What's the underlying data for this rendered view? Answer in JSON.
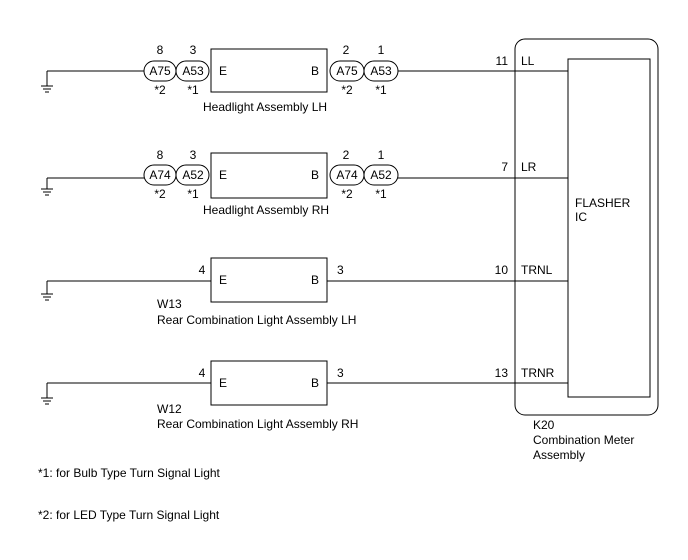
{
  "row1": {
    "pin_a": "8",
    "pin_b": "3",
    "conn_a": "A75",
    "conn_b": "A53",
    "note_a": "*2",
    "note_b": "*1",
    "e_label": "E",
    "b_label": "B",
    "pin_c": "2",
    "pin_d": "1",
    "conn_c": "A75",
    "conn_d": "A53",
    "note_c": "*2",
    "note_d": "*1",
    "name": "Headlight Assembly LH",
    "meter_pin": "11",
    "meter_label": "LL"
  },
  "row2": {
    "pin_a": "8",
    "pin_b": "3",
    "conn_a": "A74",
    "conn_b": "A52",
    "note_a": "*2",
    "note_b": "*1",
    "e_label": "E",
    "b_label": "B",
    "pin_c": "2",
    "pin_d": "1",
    "conn_c": "A74",
    "conn_d": "A52",
    "note_c": "*2",
    "note_d": "*1",
    "name": "Headlight Assembly RH",
    "meter_pin": "7",
    "meter_label": "LR"
  },
  "row3": {
    "pin_e": "4",
    "e_label": "E",
    "b_label": "B",
    "pin_b": "3",
    "code": "W13",
    "name": "Rear Combination Light Assembly LH",
    "meter_pin": "10",
    "meter_label": "TRNL"
  },
  "row4": {
    "pin_e": "4",
    "e_label": "E",
    "b_label": "B",
    "pin_b": "3",
    "code": "W12",
    "name": "Rear Combination Light Assembly RH",
    "meter_pin": "13",
    "meter_label": "TRNR"
  },
  "meter": {
    "code": "K20",
    "name_line1": "Combination Meter",
    "name_line2": "Assembly",
    "ic_line1": "FLASHER",
    "ic_line2": "IC"
  },
  "notes": {
    "note1": "*1: for Bulb Type Turn Signal Light",
    "note2": "*2: for LED Type Turn Signal Light"
  }
}
